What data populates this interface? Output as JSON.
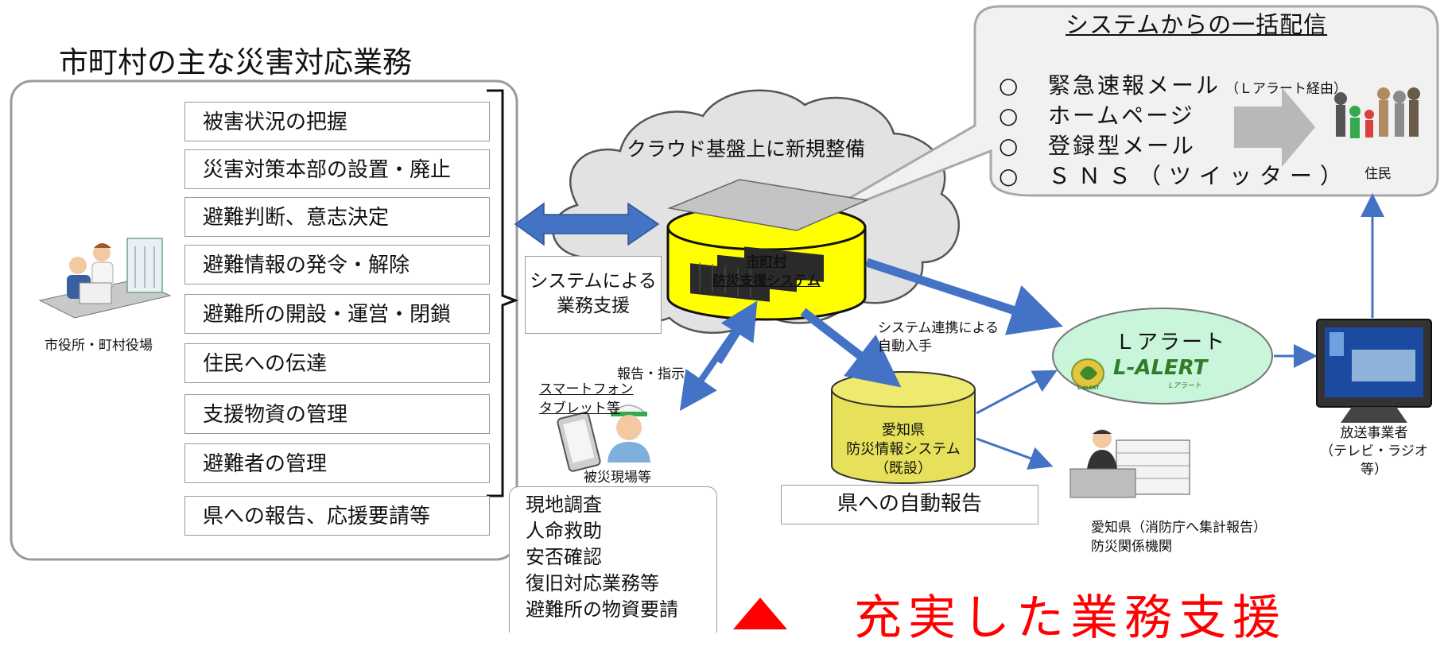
{
  "main_title": "市町村の主な災害対応業務",
  "office_label": "市役所・町村役場",
  "tasks": [
    "被害状況の把握",
    "災害対策本部の設置・廃止",
    "避難判断、意志決定",
    "避難情報の発令・解除",
    "避難所の開設・運営・閉鎖",
    "住民への伝達",
    "支援物資の管理",
    "避難者の管理",
    "県への報告、応援要請等"
  ],
  "support_box": "システムによる業務支援",
  "cloud_label": "クラウド基盤上に新規整備",
  "municipal_system": {
    "line1": "市町村",
    "line2": "防災支援システム"
  },
  "report_label": "報告・指示",
  "smartphone_label": {
    "line1": "スマートフォン",
    "line2": "タブレット等"
  },
  "disaster_site_label": "被災現場等",
  "field_tasks": [
    "現地調査",
    "人命救助",
    "安否確認",
    "復旧対応業務等",
    "避難所の物資要請"
  ],
  "linkage_label": {
    "line1": "システム連携による",
    "line2": "自動入手"
  },
  "prefecture_system": {
    "line1": "愛知県",
    "line2": "防災情報システム",
    "line3": "（既設）"
  },
  "auto_report": "県への自動報告",
  "lalert": {
    "label": "Ｌアラート",
    "logo": "L-ALERT",
    "logo_small": "Lアラート",
    "logo_badge": "L-ALERT"
  },
  "broadcaster_label": {
    "line1": "放送事業者",
    "line2": "（テレビ・ラジオ等）"
  },
  "prefecture_agency": {
    "line1": "愛知県（消防庁へ集計報告）",
    "line2": "防災関係機関"
  },
  "bubble": {
    "title": "システムからの一括配信",
    "items": [
      {
        "mark": "○",
        "text": "緊急速報メール",
        "note": "（Ｌアラート経由）"
      },
      {
        "mark": "○",
        "text": "ホームページ",
        "note": ""
      },
      {
        "mark": "○",
        "text": "登録型メール",
        "note": ""
      },
      {
        "mark": "○",
        "text": "ＳＮＳ（ツイッター）",
        "note": ""
      }
    ]
  },
  "residents_label": "住民",
  "bottom_banner": "◆ 充実した業務支援",
  "colors": {
    "arrow_blue": "#4472c4",
    "cylinder_yellow": "#ffff00",
    "cylinder_pref": "#e6e05a",
    "lalert_green": "#c9f5da",
    "banner_red": "#ff0000"
  }
}
